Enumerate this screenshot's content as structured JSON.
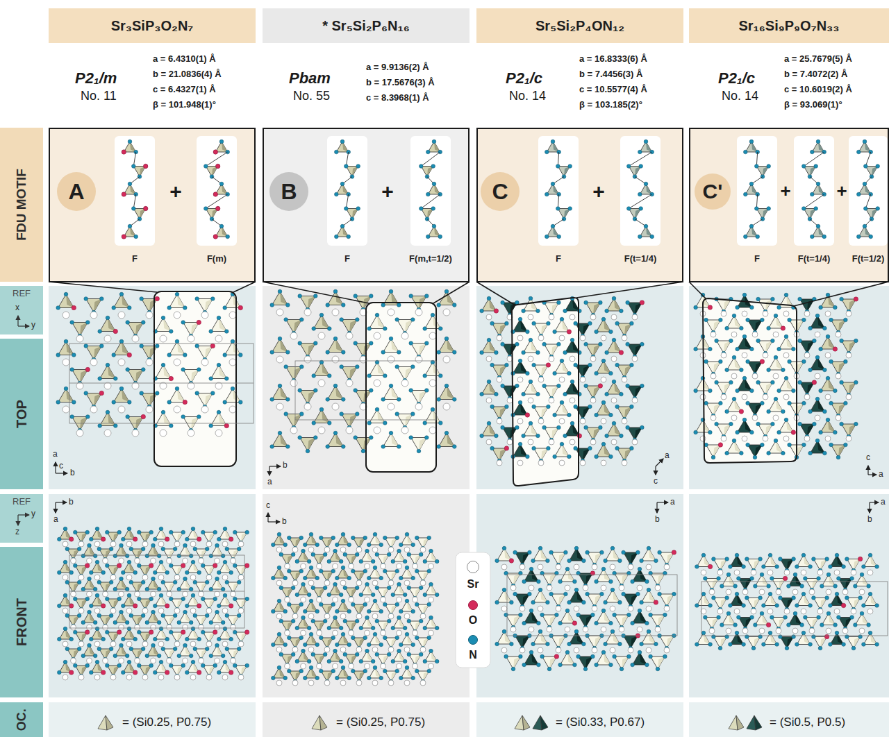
{
  "diagram": {
    "nodes": [
      {
        "text": [
          "Sr₃SiP₃O₂N₇"
        ]
      },
      {
        "text": [
          "* Sr₅Si₂P₆N₁₆"
        ]
      },
      {
        "text": [
          "Sr₅Si₂P₄ON₁₂"
        ]
      },
      {
        "text": [
          "Sr₁₆Si₉P₉O₇N₃₃"
        ]
      },
      {
        "text": [
          "FDU MOTIF"
        ]
      },
      {
        "text": [
          "A"
        ]
      },
      {
        "text": [
          "F"
        ]
      },
      {
        "text": [
          "F(m)"
        ]
      },
      {
        "text": [
          "B"
        ]
      },
      {
        "text": [
          "F"
        ]
      },
      {
        "text": [
          "F(m,t=1/2)"
        ]
      },
      {
        "text": [
          "C"
        ]
      },
      {
        "text": [
          "F"
        ]
      },
      {
        "text": [
          "F(t=1/4)"
        ]
      },
      {
        "text": [
          "C'"
        ]
      },
      {
        "text": [
          "F"
        ]
      },
      {
        "text": [
          "F(t=1/4)"
        ]
      },
      {
        "text": [
          "F(t=1/2)"
        ]
      },
      {
        "text": [
          "REF"
        ]
      },
      {
        "text": [
          "TOP"
        ]
      },
      {
        "text": [
          "REF"
        ]
      },
      {
        "text": [
          "FRONT"
        ]
      },
      {
        "text": [
          "OC."
        ]
      }
    ],
    "labels": [
      "P2₁/m",
      "No. 11",
      "a = 6.4310(1) Å",
      "b = 21.0836(4) Å",
      "c = 6.4327(1) Å",
      "β = 101.948(1)°",
      "Pbam",
      "No. 55",
      "a = 9.9136(2) Å",
      "b = 17.5676(3) Å",
      "c = 8.3968(1) Å",
      "P2₁/c",
      "No. 14",
      "a = 16.8333(6) Å",
      "b = 7.4456(3) Å",
      "c = 10.5577(4) Å",
      "β = 103.185(2)°",
      "P2₁/c",
      "No. 14",
      "a = 25.7679(5) Å",
      "b = 7.4072(2) Å",
      "c = 10.6019(2) Å",
      "β = 93.069(1)°",
      "+",
      "+",
      "+",
      "+",
      "+",
      "x",
      "y",
      "y",
      "z",
      "a",
      "c",
      "b",
      "b",
      "a",
      "a",
      "c",
      "c",
      "a",
      "b",
      "a",
      "c",
      "b",
      "a",
      "b",
      "a",
      "b"
    ],
    "legend": [
      {
        "text": "Sr",
        "color": "#ffffff"
      },
      {
        "text": "O",
        "color": "#d42a5b"
      },
      {
        "text": "N",
        "color": "#1b8db3"
      },
      {
        "text": "= (Si0.25, P0.75)"
      },
      {
        "text": "= (Si0.25, P0.75)"
      },
      {
        "text": "= (Si0.33, P0.67)"
      },
      {
        "text": "= (Si0.5, P0.5)"
      }
    ]
  }
}
